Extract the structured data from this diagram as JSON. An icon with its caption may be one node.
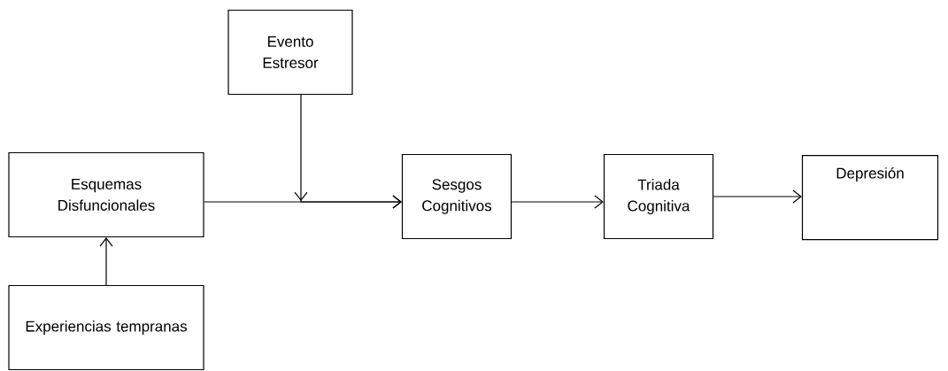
{
  "diagram": {
    "nodes": [
      {
        "text": [
          "Evento Estresor"
        ]
      },
      {
        "text": [
          "Esquemas Disfuncionales"
        ]
      },
      {
        "text": [
          "Sesgos Cognitivos"
        ]
      },
      {
        "text": [
          "Triada Cognitiva"
        ]
      },
      {
        "text": [
          "Depresión"
        ]
      },
      {
        "text": [
          "Experiencias tempranas"
        ]
      }
    ],
    "edges": [
      {
        "from": 0,
        "to": 2,
        "arrow": "to"
      },
      {
        "from": 1,
        "to": 2,
        "arrow": "to"
      },
      {
        "from": 2,
        "to": 3,
        "arrow": "to"
      },
      {
        "from": 3,
        "to": 4,
        "arrow": "to"
      },
      {
        "from": 5,
        "to": 1,
        "arrow": "to"
      }
    ]
  }
}
